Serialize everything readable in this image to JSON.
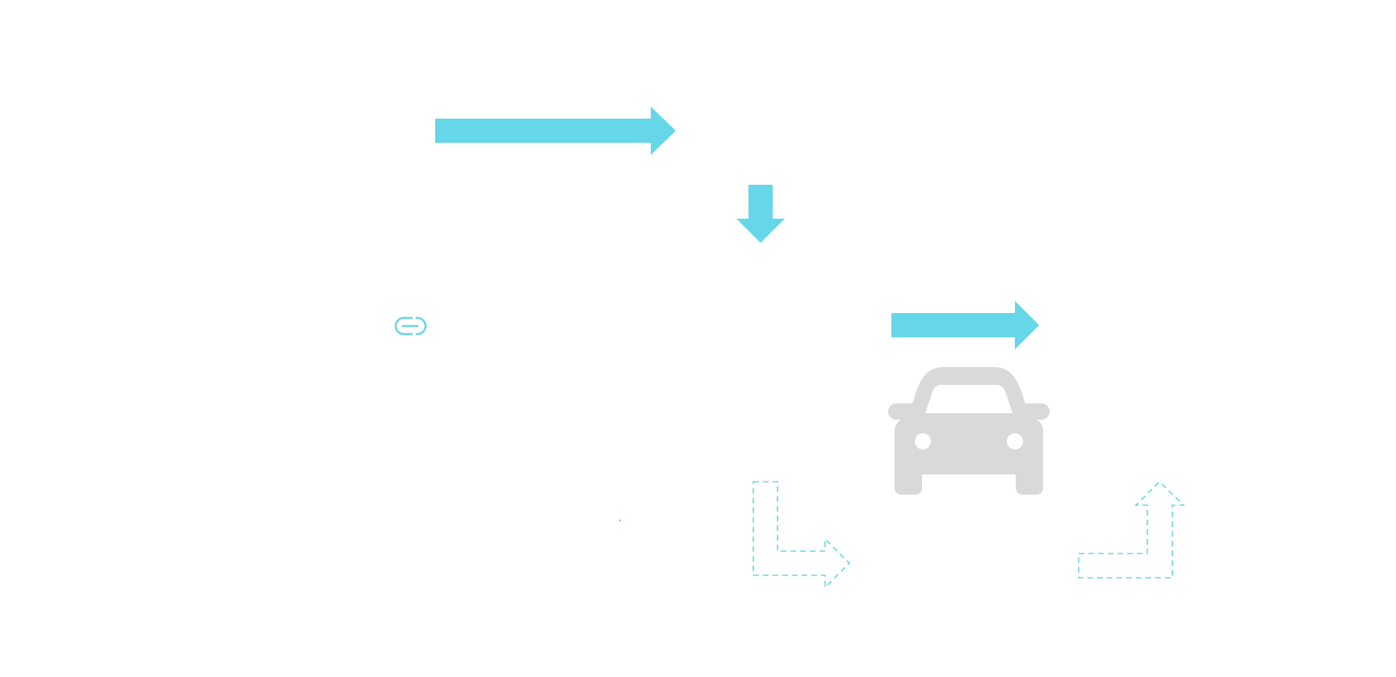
{
  "colors": {
    "background": "#ffffff",
    "accent": "#66d7e8",
    "vehicle": "#d9d9d9"
  },
  "elements": [
    {
      "kind": "arrow",
      "style": "solid",
      "direction": "right",
      "icon": "arrow-right-icon"
    },
    {
      "kind": "arrow",
      "style": "solid",
      "direction": "down",
      "icon": "arrow-down-icon"
    },
    {
      "kind": "arrow",
      "style": "solid",
      "direction": "right",
      "icon": "arrow-right-icon"
    },
    {
      "kind": "icon",
      "icon": "link-icon"
    },
    {
      "kind": "icon",
      "icon": "car-icon"
    },
    {
      "kind": "arrow",
      "style": "dashed",
      "direction": "down-then-right",
      "icon": "bent-arrow-right-icon"
    },
    {
      "kind": "arrow",
      "style": "dashed",
      "direction": "right-then-up",
      "icon": "bent-arrow-up-icon"
    }
  ]
}
